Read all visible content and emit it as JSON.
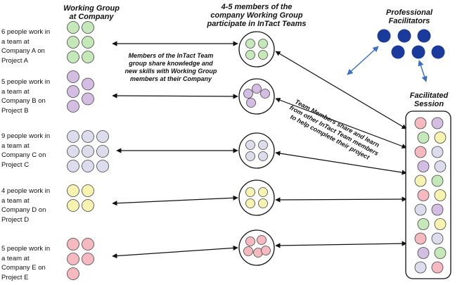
{
  "headers": {
    "working_group": [
      "Working Group",
      "at Company"
    ],
    "members": [
      "4-5 members of the",
      "company Working Group",
      "participate in InTact Teams"
    ],
    "facilitators": [
      "Professional",
      "Facilitators"
    ],
    "session": [
      "Facilitated",
      "Session"
    ]
  },
  "companies": [
    {
      "lines": [
        "6 people work in",
        "a team at",
        "Company A on",
        "Project A"
      ],
      "color": "#c5e8b8",
      "count": 6,
      "members": 4
    },
    {
      "lines": [
        "5 people work in",
        "a team at",
        "Company B on",
        "Project B"
      ],
      "color": "#d3bde2",
      "count": 5,
      "members": 4
    },
    {
      "lines": [
        "9 people work in",
        "a team at",
        "Company C on",
        "Project C"
      ],
      "color": "#dcdcec",
      "count": 9,
      "members": 4
    },
    {
      "lines": [
        "4 people work in",
        "a team at",
        "Company D on",
        "Project D"
      ],
      "color": "#f6f2b0",
      "count": 4,
      "members": 4
    },
    {
      "lines": [
        "5 people work in",
        "a team at",
        "Company E on",
        "Project E"
      ],
      "color": "#f5b9bf",
      "count": 5,
      "members": 5
    }
  ],
  "notes": {
    "share_company": [
      "Members of the  InTact Team",
      "group share knowledge and",
      "new skills with Working Group",
      "members at their Company"
    ],
    "share_team": [
      "Team Members share and learn",
      "from other InTact Team members",
      "to help complete their project"
    ]
  },
  "colors": {
    "facilitator": "#1a3a9c",
    "connector": "#3a6fc4",
    "outline": "#444444"
  }
}
